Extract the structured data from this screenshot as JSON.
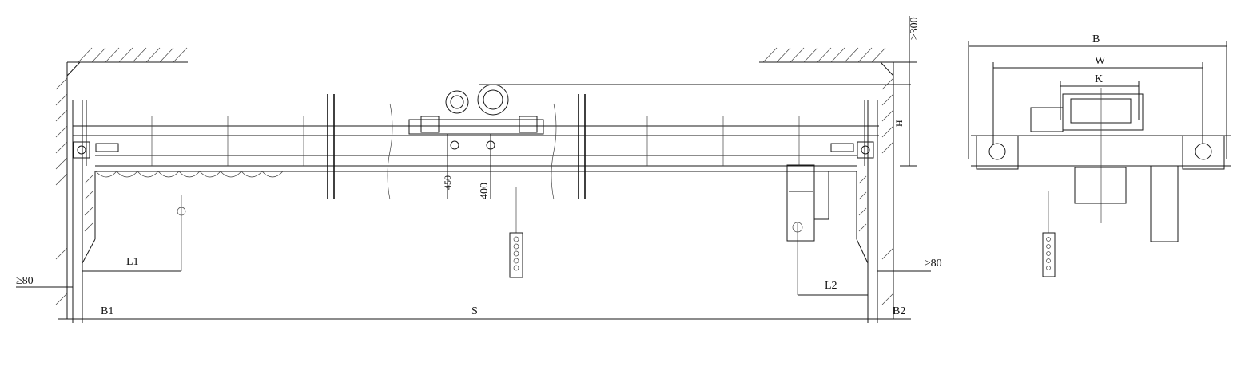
{
  "labels": {
    "ge300": "≥300",
    "h": "H",
    "l1": "L1",
    "l2": "L2",
    "ge80_left": "≥80",
    "ge80_right": "≥80",
    "b1": "B1",
    "s": "S",
    "b2": "B2",
    "d450": "450",
    "d400": "400",
    "b": "B",
    "w": "W",
    "k": "K"
  }
}
